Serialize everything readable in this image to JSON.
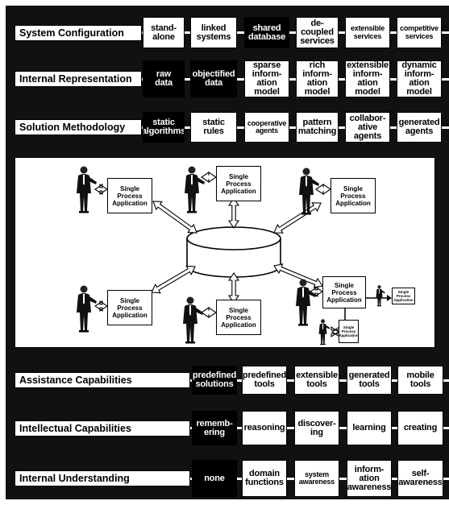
{
  "rows_top": [
    {
      "label": "System Configuration",
      "cells": [
        {
          "text": "stand-\nalone",
          "dark": false
        },
        {
          "text": "linked\nsystems",
          "dark": false
        },
        {
          "text": "shared\ndatabase",
          "dark": true
        },
        {
          "text": "de-\ncoupled\nservices",
          "dark": false
        },
        {
          "text": "extensible\nservices",
          "dark": false,
          "small": true
        },
        {
          "text": "competitive\nservices",
          "dark": false,
          "small": true
        }
      ]
    },
    {
      "label": "Internal Representation",
      "cells": [
        {
          "text": "raw\ndata",
          "dark": true
        },
        {
          "text": "objectified\ndata",
          "dark": true
        },
        {
          "text": "sparse\ninform-\nation\nmodel",
          "dark": false
        },
        {
          "text": "rich\ninform-\nation\nmodel",
          "dark": false
        },
        {
          "text": "extensible\ninform-\nation\nmodel",
          "dark": false
        },
        {
          "text": "dynamic\ninform-\nation\nmodel",
          "dark": false
        }
      ]
    },
    {
      "label": "Solution Methodology",
      "cells": [
        {
          "text": "static\nalgorithms",
          "dark": true
        },
        {
          "text": "static\nrules",
          "dark": false
        },
        {
          "text": "cooperative\nagents",
          "dark": false,
          "small": true
        },
        {
          "text": "pattern\nmatching",
          "dark": false
        },
        {
          "text": "collabor-\native\nagents",
          "dark": false
        },
        {
          "text": "generated\nagents",
          "dark": false
        }
      ]
    }
  ],
  "rows_bottom": [
    {
      "label": "Assistance Capabilities",
      "cells": [
        {
          "text": "predefined\nsolutions",
          "dark": true
        },
        {
          "text": "predefined\ntools",
          "dark": false
        },
        {
          "text": "extensible\ntools",
          "dark": false
        },
        {
          "text": "generated\ntools",
          "dark": false
        },
        {
          "text": "mobile\ntools",
          "dark": false
        }
      ]
    },
    {
      "label": "Intellectual Capabilities",
      "cells": [
        {
          "text": "rememb-\nering",
          "dark": true
        },
        {
          "text": "reasoning",
          "dark": false
        },
        {
          "text": "discover-\ning",
          "dark": false
        },
        {
          "text": "learning",
          "dark": false
        },
        {
          "text": "creating",
          "dark": false
        }
      ]
    },
    {
      "label": "Internal Understanding",
      "cells": [
        {
          "text": "none",
          "dark": true
        },
        {
          "text": "domain\nfunctions",
          "dark": false
        },
        {
          "text": "system\nawareness",
          "dark": false,
          "small": true
        },
        {
          "text": "inform-\nation\nawareness",
          "dark": false
        },
        {
          "text": "self-\nawareness",
          "dark": false
        }
      ]
    }
  ],
  "diagram": {
    "app_label": "Single\nProcess\nApplication",
    "app_count": 8
  }
}
